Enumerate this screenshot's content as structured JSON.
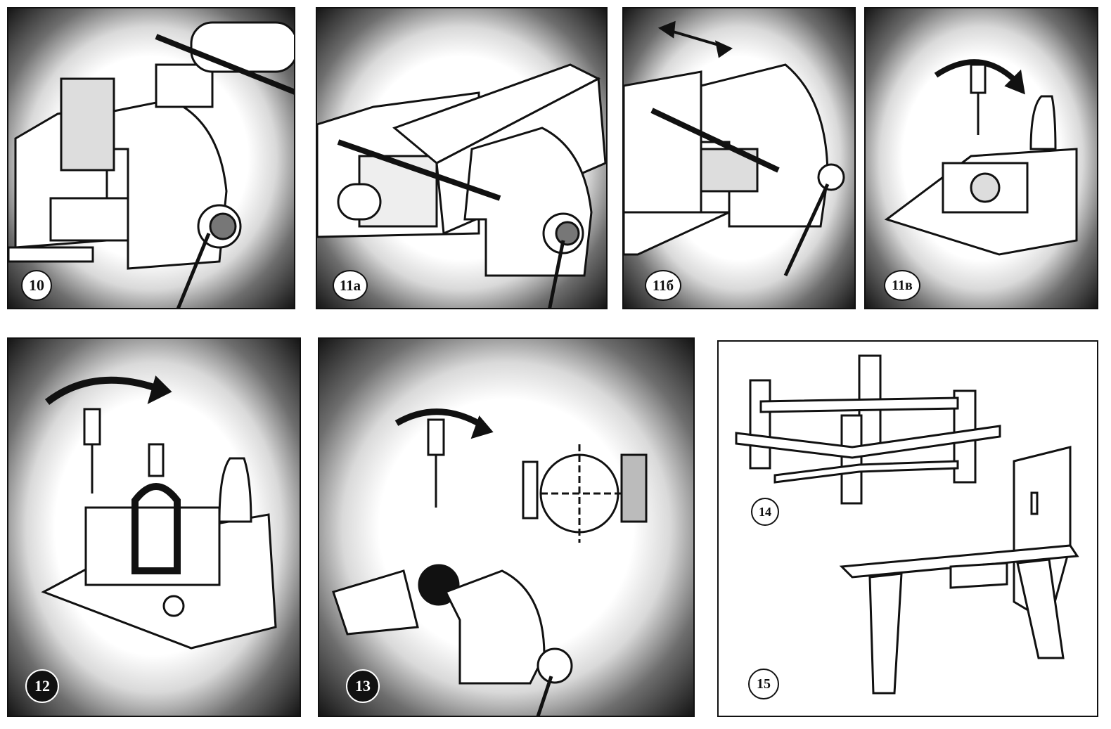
{
  "figures": [
    {
      "id": "10",
      "label": "10"
    },
    {
      "id": "11a",
      "label": "11а"
    },
    {
      "id": "11b",
      "label": "11б"
    },
    {
      "id": "11v",
      "label": "11в"
    },
    {
      "id": "12",
      "label": "12"
    },
    {
      "id": "13",
      "label": "13"
    },
    {
      "id": "14",
      "label": "14"
    },
    {
      "id": "15",
      "label": "15"
    }
  ],
  "colors": {
    "ink": "#111111",
    "paper": "#ffffff",
    "shade": "#6e6e6e"
  },
  "icons": [
    "bench-vise-icon",
    "hacksaw-icon",
    "rotation-arrow-icon",
    "drill-bit-icon",
    "double-arrow-icon",
    "workbench-icon"
  ]
}
